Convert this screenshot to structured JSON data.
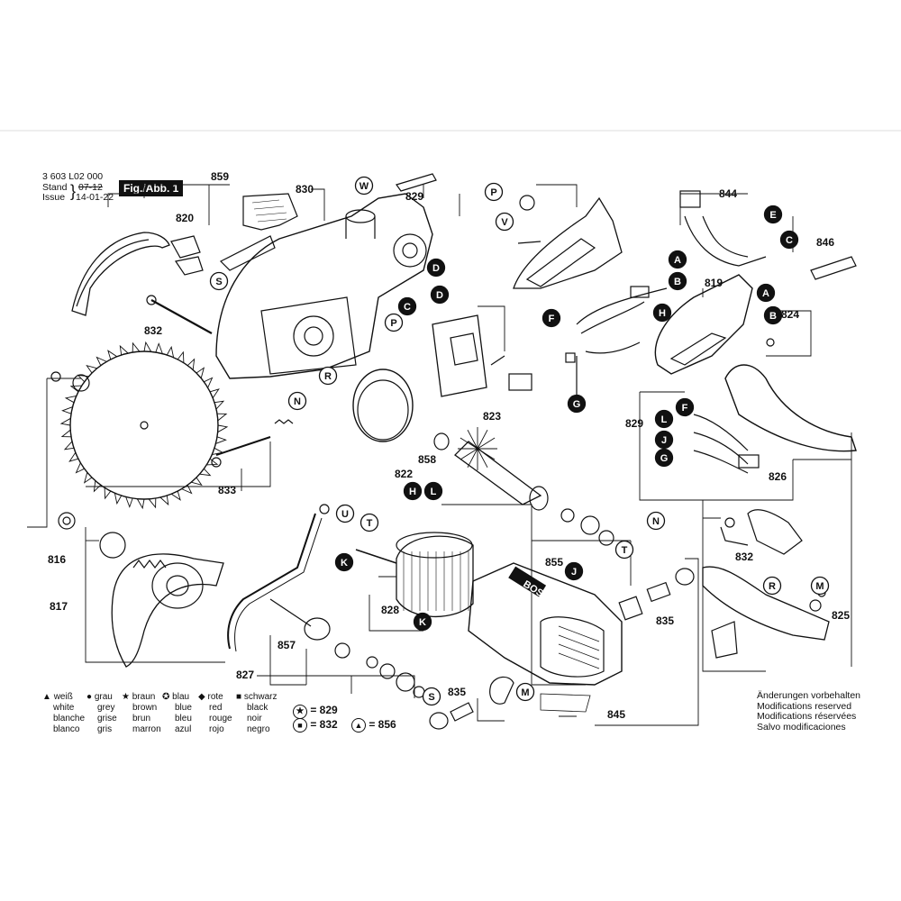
{
  "header": {
    "part_code": "3 603 L02 000",
    "stand": "Stand",
    "issue": "Issue",
    "old_date": "07-12",
    "new_date": "14-01-22",
    "figure_label": "Fig./Abb. 1"
  },
  "brand_on_motor": "BOSCH",
  "part_numbers": [
    "859",
    "830",
    "829",
    "844",
    "846",
    "820",
    "832",
    "819",
    "824",
    "829",
    "823",
    "822",
    "858",
    "826",
    "833",
    "816",
    "817",
    "855",
    "835",
    "832",
    "825",
    "828",
    "857",
    "827",
    "835",
    "845"
  ],
  "circle_letters": [
    "W",
    "P",
    "V",
    "E",
    "C",
    "S",
    "D",
    "D",
    "A",
    "B",
    "A",
    "B",
    "C",
    "F",
    "H",
    "P",
    "R",
    "N",
    "G",
    "F",
    "L",
    "J",
    "G",
    "U",
    "H",
    "L",
    "T",
    "N",
    "K",
    "T",
    "J",
    "R",
    "M",
    "K",
    "M",
    "S"
  ],
  "legend": {
    "symbols": [
      {
        "symbol": "▲",
        "de": "weiß",
        "en": "white",
        "fr": "blanche",
        "es": "blanco"
      },
      {
        "symbol": "●",
        "de": "grau",
        "en": "grey",
        "fr": "grise",
        "es": "gris"
      },
      {
        "symbol": "★",
        "de": "braun",
        "en": "brown",
        "fr": "brun",
        "es": "marron"
      },
      {
        "symbol": "✪",
        "de": "blau",
        "en": "blue",
        "fr": "bleu",
        "es": "azul"
      },
      {
        "symbol": "◆",
        "de": "rote",
        "en": "red",
        "fr": "rouge",
        "es": "rojo"
      },
      {
        "symbol": "■",
        "de": "schwarz",
        "en": "black",
        "fr": "noir",
        "es": "negro"
      }
    ],
    "eq1": "= 829",
    "eq2": "= 832",
    "eq3": "= 856"
  },
  "notes": [
    "Änderungen vorbehalten",
    "Modifications reserved",
    "Modifications réservées",
    "Salvo modificaciones"
  ]
}
